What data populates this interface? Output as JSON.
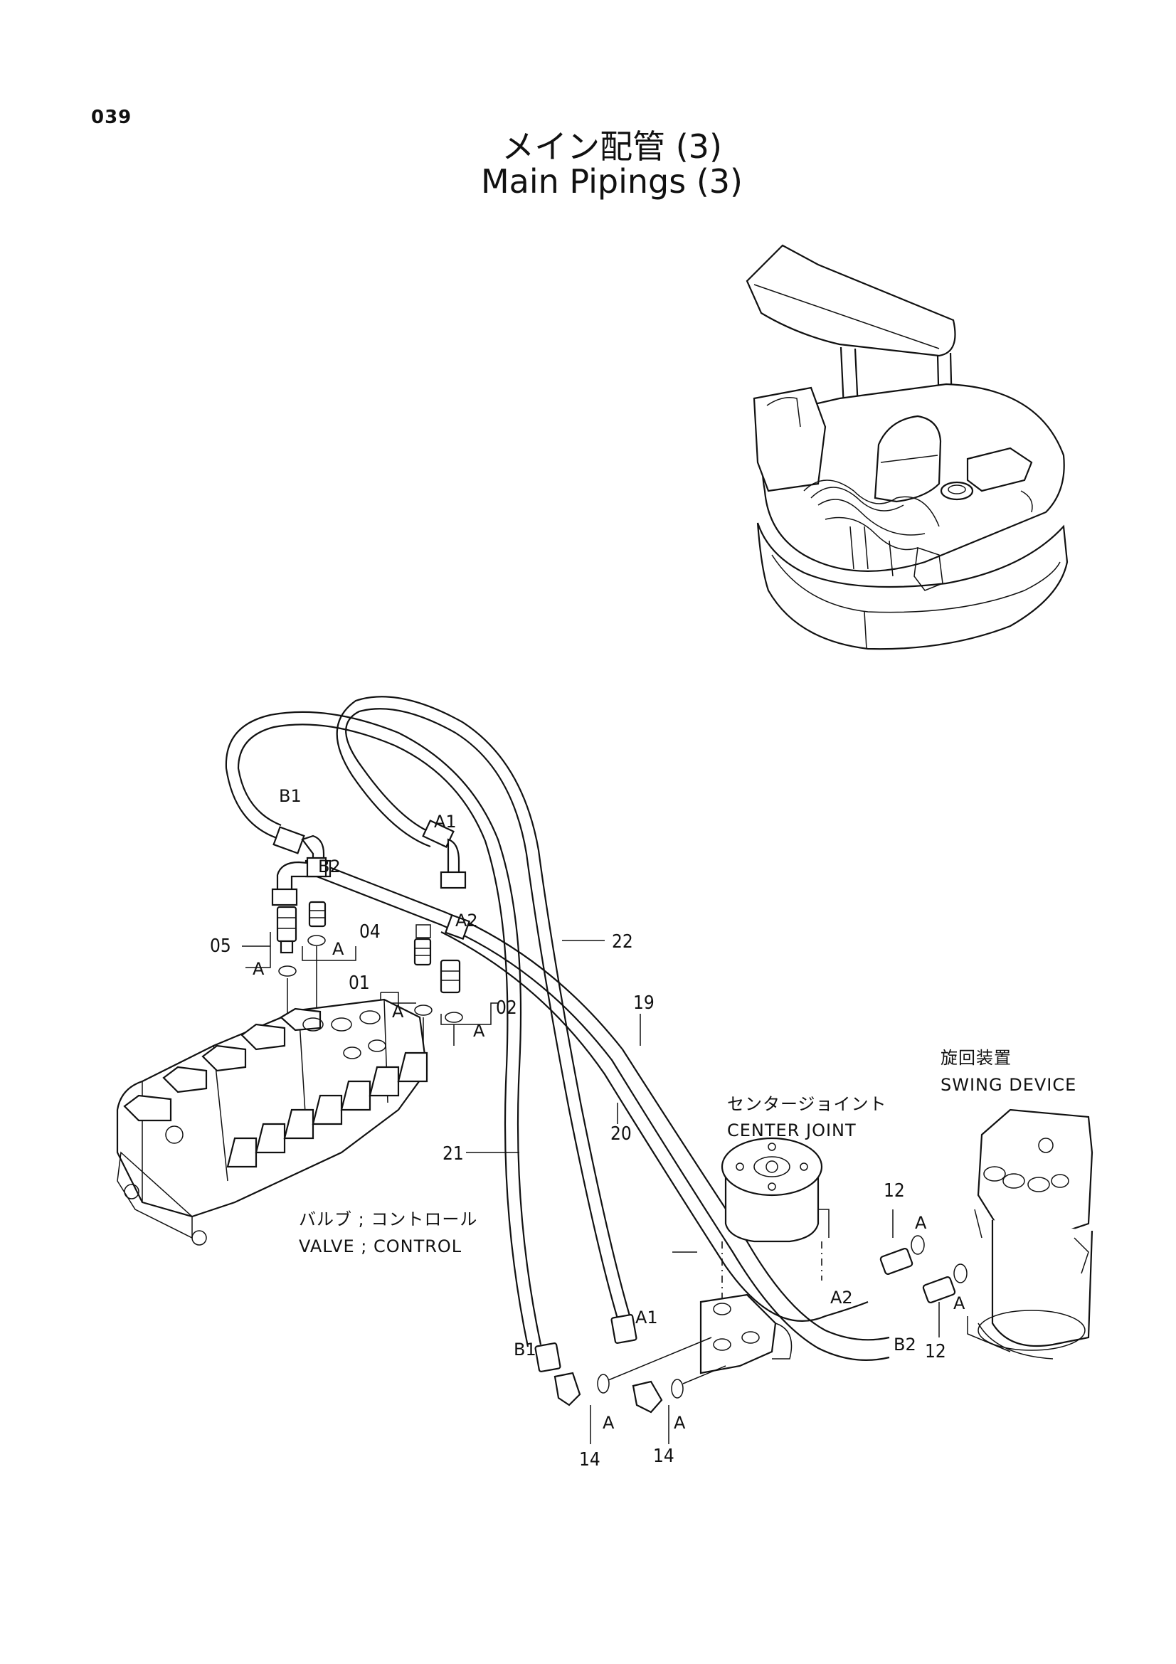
{
  "page": {
    "number": "039",
    "title_jp": "メイン配管 (3)",
    "title_en": "Main Pipings (3)"
  },
  "components": {
    "valve_jp": "バルブ ; コントロール",
    "valve_en": "VALVE ; CONTROL",
    "center_jp": "センタージョイント",
    "center_en": "CENTER JOINT",
    "swing_jp": "旋回装置",
    "swing_en": "SWING DEVICE"
  },
  "part_numbers": {
    "p01": "01",
    "p02": "02",
    "p04": "04",
    "p05": "05",
    "p12": "12",
    "p14": "14",
    "p19": "19",
    "p20": "20",
    "p21": "21",
    "p22": "22"
  },
  "port_labels": {
    "a1": "A1",
    "a2": "A2",
    "b1": "B1",
    "b2": "B2",
    "a": "A"
  }
}
